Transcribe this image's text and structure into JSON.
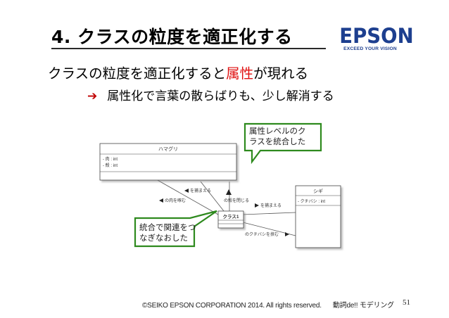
{
  "slide": {
    "title": "4. クラスの粒度を適正化する",
    "headline_pre": "クラスの粒度を適正化すると",
    "headline_red": "属性",
    "headline_post": "が現れる",
    "sub_arrow": "➔",
    "subline": "属性化で言葉の散らばりも、少し解消する"
  },
  "logo": {
    "word": "EPSON",
    "tagline": "EXCEED YOUR VISION",
    "color": "#1d3f8f"
  },
  "diagram": {
    "class_hamaguri": {
      "name": "ハマグリ",
      "attrs": [
        "- 肉 : int",
        "- 殻 : int"
      ]
    },
    "class_shigi": {
      "name": "シギ",
      "attrs": [
        "- クチバシ : int"
      ]
    },
    "class_1": {
      "name": "クラス1"
    },
    "assoc_labels": [
      "を捕まえる",
      "の肉を啄む",
      "の殻を閉じる",
      "を捕まえる",
      "のクチバシを挟む"
    ],
    "note_top": [
      "属性レベルのク",
      "ラスを統合した"
    ],
    "note_bottom": [
      "統合で関連をつ",
      "なぎなおした"
    ],
    "note_border_color": "#2e8a1e"
  },
  "footer": {
    "copyright": "©SEIKO EPSON CORPORATION 2014. All rights reserved.",
    "section": "動詞de!! モデリング",
    "page": "51"
  }
}
